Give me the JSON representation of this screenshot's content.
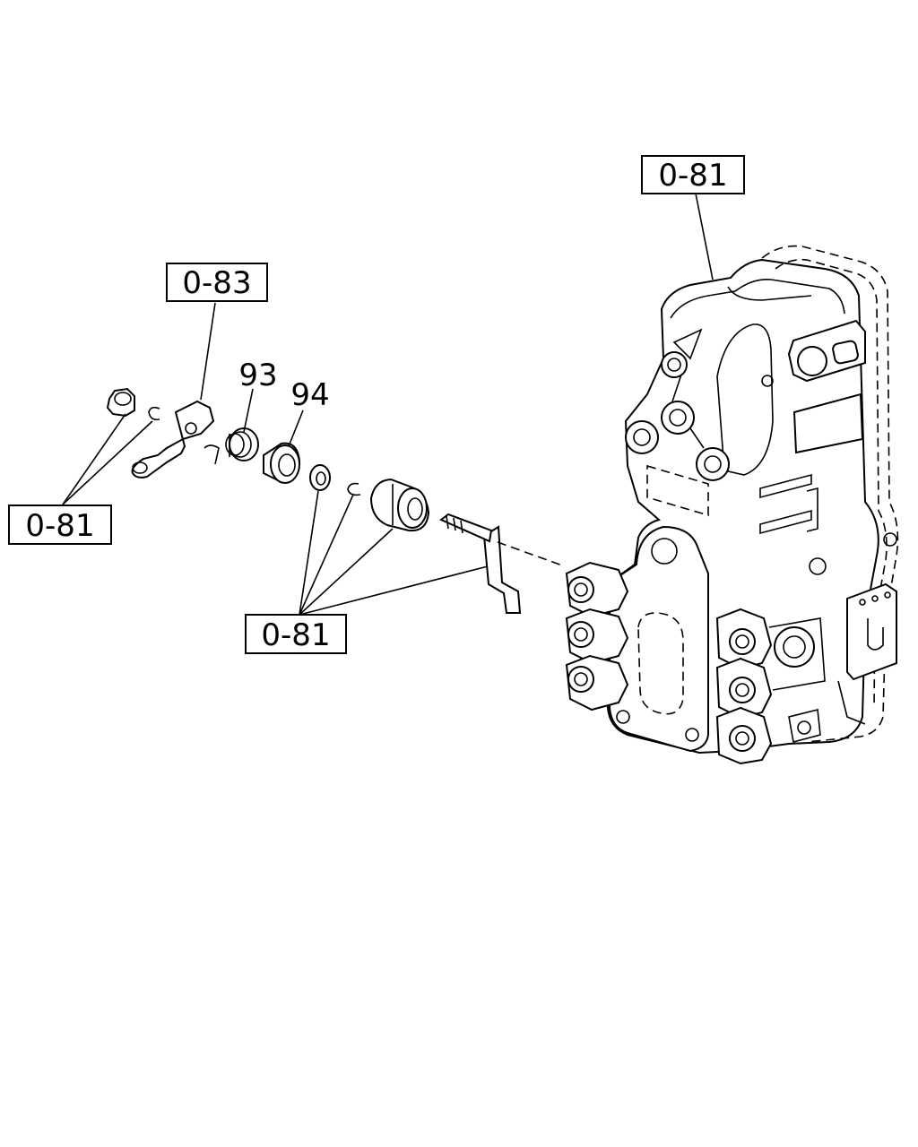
{
  "diagram": {
    "callouts": [
      {
        "id": "box-top-right",
        "text": "0-81"
      },
      {
        "id": "box-upper-left",
        "text": "0-83"
      },
      {
        "id": "box-left",
        "text": "0-81"
      },
      {
        "id": "box-center",
        "text": "0-81"
      }
    ],
    "part_labels": [
      {
        "id": "part-93",
        "text": "93"
      },
      {
        "id": "part-94",
        "text": "94"
      }
    ]
  }
}
